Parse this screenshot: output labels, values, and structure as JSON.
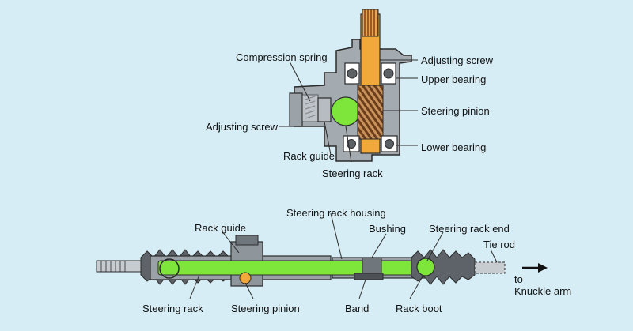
{
  "top_view": {
    "labels": {
      "compression_spring": "Compression spring",
      "adjusting_screw_right": "Adjusting screw",
      "upper_bearing": "Upper bearing",
      "steering_pinion": "Steering pinion",
      "adjusting_screw_left": "Adjusting screw",
      "lower_bearing": "Lower bearing",
      "rack_guide": "Rack guide",
      "steering_rack": "Steering rack"
    }
  },
  "bottom_view": {
    "labels": {
      "steering_rack_housing": "Steering rack housing",
      "rack_guide": "Rack guide",
      "bushing": "Bushing",
      "steering_rack_end": "Steering rack end",
      "tie_rod": "Tie rod",
      "to": "to",
      "knuckle_arm": "Knuckle arm",
      "steering_rack": "Steering rack",
      "steering_pinion": "Steering pinion",
      "band": "Band",
      "rack_boot": "Rack boot"
    }
  },
  "colors": {
    "background": "#d6edf5",
    "rack_green": "#7ee63a",
    "pinion_orange": "#f2a93b",
    "housing_gray": "#8e959b",
    "line_dark": "#2b2b2b"
  }
}
